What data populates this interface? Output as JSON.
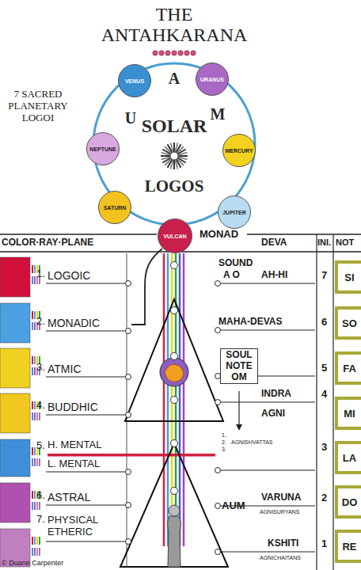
{
  "diagram": {
    "title": "THE ANTAHKARANA",
    "nodes": [
      {
        "text": [
          "A",
          "SOLAR",
          "U",
          "M",
          "LOGOS"
        ]
      },
      {
        "text": [
          "VENUS"
        ],
        "in": 0
      },
      {
        "text": [
          "URANUS"
        ],
        "in": 0
      },
      {
        "text": [
          "NEPTUNE"
        ],
        "in": 0
      },
      {
        "text": [
          "MERCURY"
        ],
        "in": 0
      },
      {
        "text": [
          "SATURN"
        ],
        "in": 0
      },
      {
        "text": [
          "JUPITER"
        ],
        "in": 0
      },
      {
        "text": [
          "VULCAN"
        ]
      },
      {
        "text": [
          "SI"
        ]
      },
      {
        "text": [
          "SO"
        ]
      },
      {
        "text": [
          "FA"
        ]
      },
      {
        "text": [
          "MI"
        ]
      },
      {
        "text": [
          "LA"
        ]
      },
      {
        "text": [
          "DO"
        ]
      },
      {
        "text": [
          "RE"
        ]
      }
    ],
    "labels": [
      "7 SACRED PLANETARY LOGOI",
      "MONAD",
      "COLOR·RAY·PLANE",
      "DEVA",
      "INI.",
      "NOT",
      "1.",
      "LOGOIC",
      "2.",
      "MONADIC",
      "3.",
      "ATMIC",
      "4.",
      "BUDDHIC",
      "5.",
      "H. MENTAL",
      "L. MENTAL",
      "6.",
      "ASTRAL",
      "7.",
      "PHYSICAL ETHERIC",
      "SOUND",
      "A O",
      "AH-HI",
      "7",
      "MAHA-DEVAS",
      "6",
      "SOUL NOTE OM",
      "5",
      "INDRA",
      "4",
      "AGNI",
      "1.",
      "2.",
      "3.",
      "AGNISHVATTAS",
      "3",
      "AUM",
      "VARUNA",
      "2",
      "AGNISURYANS",
      "KSHITI",
      "1",
      "AGNICHAITANS",
      "© Duane Carpenter"
    ]
  }
}
